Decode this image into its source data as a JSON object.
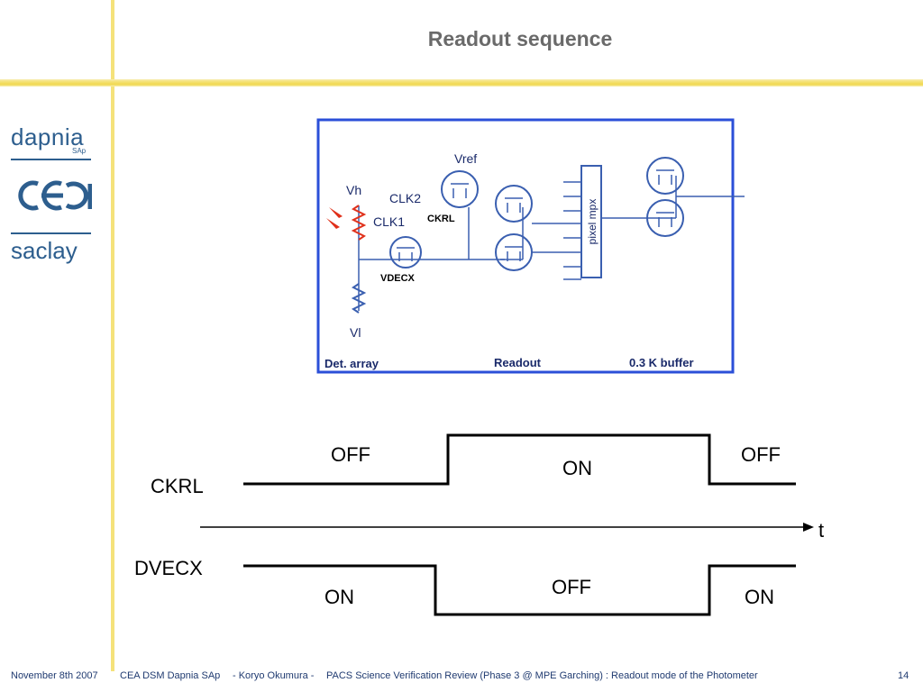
{
  "slide": {
    "title": "Readout sequence",
    "page_number": "14"
  },
  "logos": {
    "dapnia": "dapnia",
    "sap": "SAp",
    "saclay": "saclay"
  },
  "footer": {
    "date": "November 8th 2007",
    "org": "CEA DSM Dapnia SAp",
    "author": "- Koryo Okumura -",
    "event": "PACS Science Verification Review (Phase 3 @ MPE Garching) : Readout mode of the Photometer"
  },
  "circuit": {
    "vref": "Vref",
    "vh": "Vh",
    "clk2": "CLK2",
    "clk1": "CLK1",
    "ckrl": "CKRL",
    "vdecx": "VDECX",
    "vl": "Vl",
    "mux": "pixel mpx",
    "section_det": "Det. array",
    "section_readout": "Readout",
    "section_buffer": "0.3 K buffer",
    "colors": {
      "frame": "#2b4fd8",
      "wire": "#3a5fb0",
      "resistor_red": "#e0301a"
    }
  },
  "timing": {
    "ckrl": {
      "label": "CKRL",
      "state1": "OFF",
      "state2": "ON",
      "state3": "OFF"
    },
    "dvecx": {
      "label": "DVECX",
      "state1": "ON",
      "state2": "OFF",
      "state3": "ON"
    },
    "axis": "t"
  }
}
